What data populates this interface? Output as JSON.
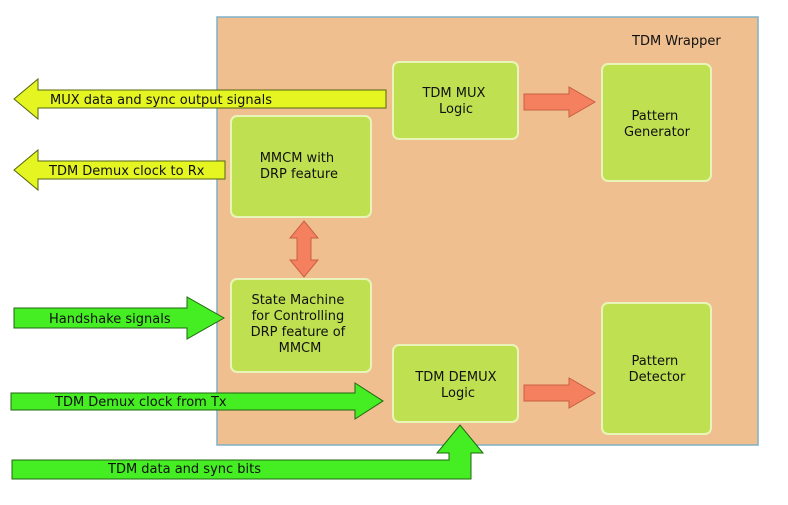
{
  "wrapper": {
    "title": "TDM Wrapper"
  },
  "blocks": {
    "mux": [
      "TDM MUX",
      "Logic"
    ],
    "mmcm": [
      "MMCM with",
      "DRP feature"
    ],
    "pattern_generator": [
      "Pattern",
      "Generator"
    ],
    "state_machine": [
      "State Machine",
      "for Controlling",
      "DRP feature of",
      "MMCM"
    ],
    "demux": [
      "TDM DEMUX",
      "Logic"
    ],
    "pattern_detector": [
      "Pattern",
      "Detector"
    ]
  },
  "signals": {
    "mux_output": "MUX data and sync output signals",
    "demux_clock_to_rx": "TDM Demux clock to Rx",
    "handshake": "Handshake signals",
    "demux_clock_from_tx": "TDM Demux clock from Tx",
    "data_sync_bits": "TDM data and sync bits"
  },
  "colors": {
    "wrapper_fill": "#efbf8f",
    "wrapper_border": "#7fb0c8",
    "block_fill": "#bfe050",
    "block_border": "#e8f4b8",
    "output_arrow": "#e4f522",
    "input_arrow": "#44ee22",
    "internal_arrow": "#f48060"
  }
}
